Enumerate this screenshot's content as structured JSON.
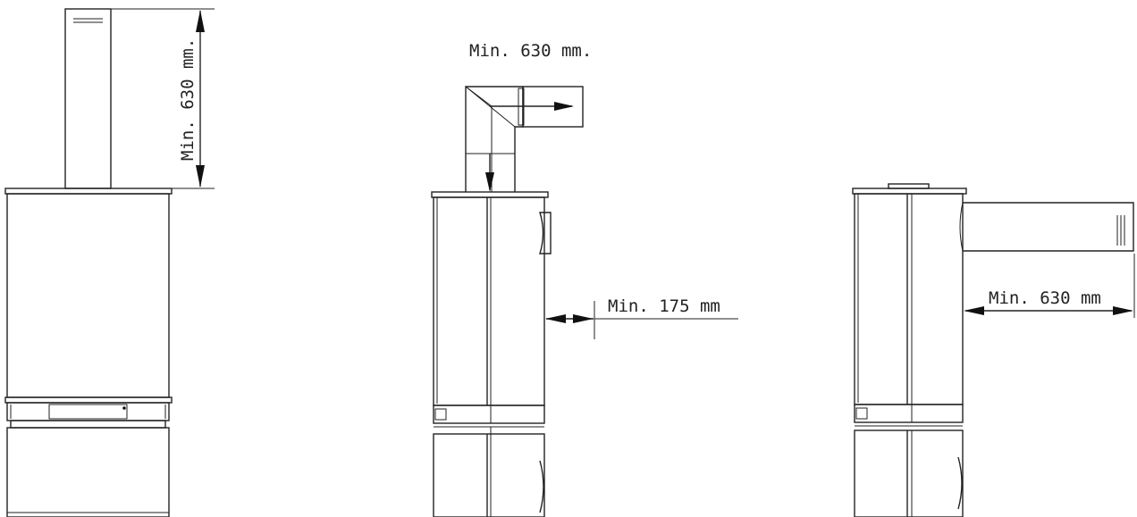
{
  "labels": {
    "front_top_clearance": "Min. 630 mm.",
    "side_top_clearance": "Min. 630 mm.",
    "side_rear_clearance": "Min. 175 mm",
    "rear_flue_clearance": "Min. 630 mm"
  },
  "colors": {
    "line": "#222222",
    "background": "#ffffff"
  }
}
